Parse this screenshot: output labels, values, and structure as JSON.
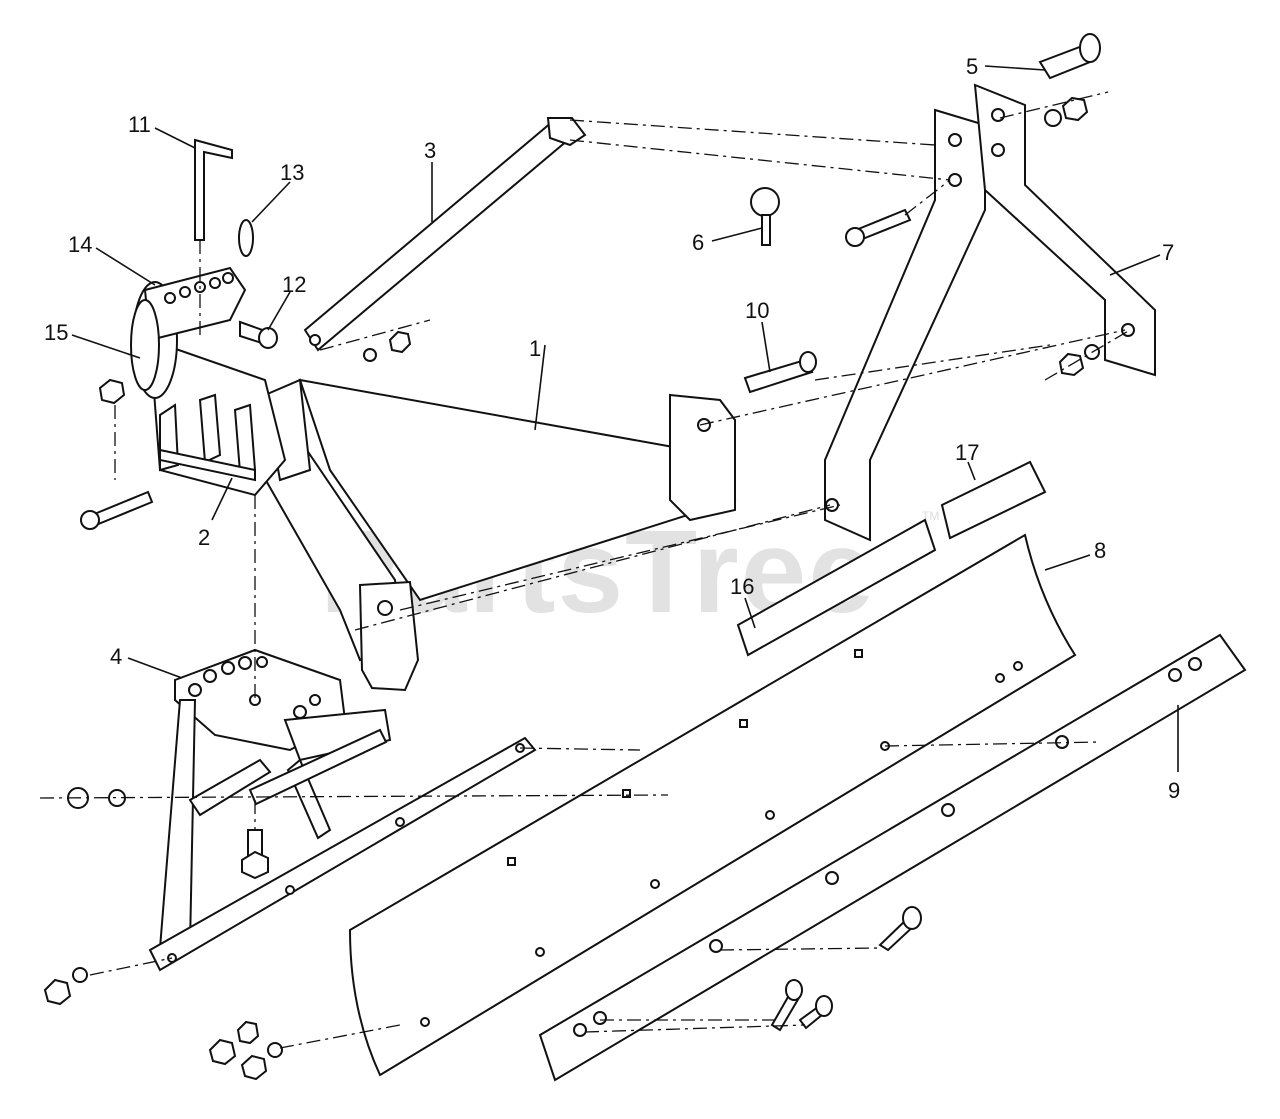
{
  "watermark": {
    "text": "PartsTree",
    "tm": "TM"
  },
  "callouts": [
    {
      "id": "1",
      "label": "1"
    },
    {
      "id": "2",
      "label": "2"
    },
    {
      "id": "3",
      "label": "3"
    },
    {
      "id": "4",
      "label": "4"
    },
    {
      "id": "5",
      "label": "5"
    },
    {
      "id": "6",
      "label": "6"
    },
    {
      "id": "7",
      "label": "7"
    },
    {
      "id": "8",
      "label": "8"
    },
    {
      "id": "9",
      "label": "9"
    },
    {
      "id": "10",
      "label": "10"
    },
    {
      "id": "11",
      "label": "11"
    },
    {
      "id": "12",
      "label": "12"
    },
    {
      "id": "13",
      "label": "13"
    },
    {
      "id": "14",
      "label": "14"
    },
    {
      "id": "15",
      "label": "15"
    },
    {
      "id": "16",
      "label": "16"
    },
    {
      "id": "17",
      "label": "17"
    }
  ]
}
